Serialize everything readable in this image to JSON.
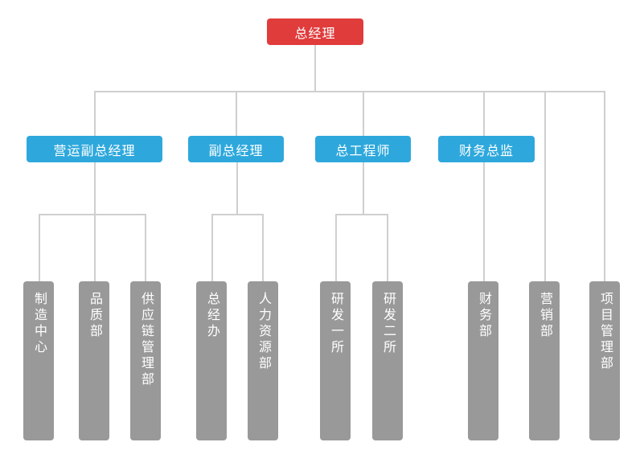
{
  "diagram": {
    "type": "org-chart",
    "palette": {
      "root_color": "#e03c3c",
      "manager_color": "#2ea8dc",
      "department_color": "#999999",
      "connector_color": "#cfcfcf",
      "text_color": "#ffffff"
    },
    "root": {
      "label": "总经理"
    },
    "managers": [
      {
        "label": "营运副总经理",
        "reports_to": "总经理"
      },
      {
        "label": "副总经理",
        "reports_to": "总经理"
      },
      {
        "label": "总工程师",
        "reports_to": "总经理"
      },
      {
        "label": "财务总监",
        "reports_to": "总经理"
      }
    ],
    "departments": [
      {
        "label": "制造中心",
        "reports_to": "营运副总经理"
      },
      {
        "label": "品质部",
        "reports_to": "营运副总经理"
      },
      {
        "label": "供应链管理部",
        "reports_to": "营运副总经理"
      },
      {
        "label": "总经办",
        "reports_to": "副总经理"
      },
      {
        "label": "人力资源部",
        "reports_to": "副总经理"
      },
      {
        "label": "研发一所",
        "reports_to": "总工程师"
      },
      {
        "label": "研发二所",
        "reports_to": "总工程师"
      },
      {
        "label": "财务部",
        "reports_to": "财务总监"
      },
      {
        "label": "营销部",
        "reports_to": "总经理"
      },
      {
        "label": "项目管理部",
        "reports_to": "总经理"
      }
    ]
  }
}
